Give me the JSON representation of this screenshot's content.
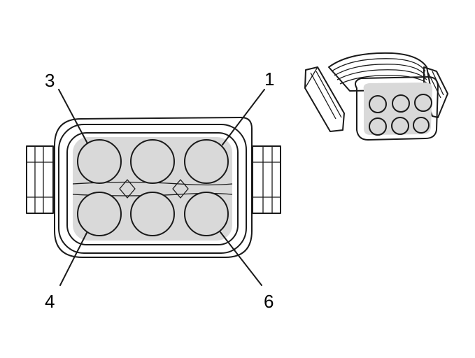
{
  "callouts": {
    "top_left": "3",
    "top_right": "1",
    "bottom_left": "4",
    "bottom_right": "6"
  }
}
